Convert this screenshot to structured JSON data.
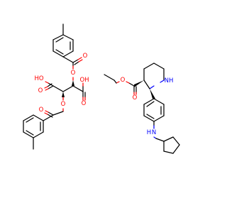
{
  "colors": {
    "background": "#ffffff",
    "bond": "#000000",
    "oxygen": "#ff0000",
    "nitrogen": "#0000ff"
  },
  "molecule": {
    "atom_labels": {
      "acid_oh_top": "OH",
      "acid_oh_left": "HO",
      "ester_o_upper": "O",
      "carbonyl_o_upper": "O",
      "ester_o_lower": "O",
      "carbonyl_o_lower": "O",
      "acid_o_left": "O",
      "acid_o_right": "O",
      "ethyl_ester_o": "O",
      "ethyl_carbonyl_o": "O",
      "piperidine_nh": "NH",
      "aniline_nh_n": "N",
      "aniline_nh_h": "H"
    }
  }
}
